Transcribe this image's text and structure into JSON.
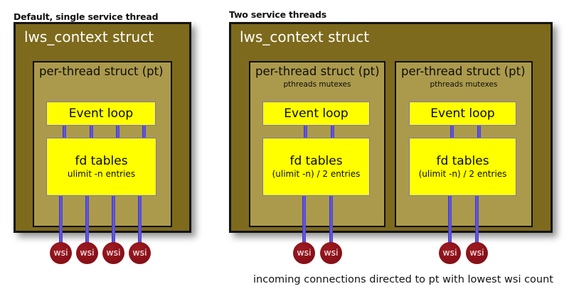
{
  "diagram": {
    "colors": {
      "context_fill": "#7d6a1c",
      "pt_fill": "#ab9a4c",
      "yellow_fill": "#ffff00",
      "yellow_border": "#7b74c2",
      "connector": "#4a40cc",
      "wsi_fill": "#8c1119",
      "wsi_text": "#ffffff",
      "background": "#ffffff",
      "outline": "#141414"
    },
    "left_panel": {
      "title": "Default, single service thread",
      "context_label": "lws_context struct",
      "pt": {
        "label": "per-thread struct (pt)",
        "sublabel": "",
        "event_loop": {
          "title": "Event loop",
          "sub": ""
        },
        "fd_tables": {
          "title": "fd tables",
          "sub": "ulimit -n entries"
        }
      },
      "wsi_nodes": [
        {
          "label": "wsi"
        },
        {
          "label": "wsi"
        },
        {
          "label": "wsi"
        },
        {
          "label": "wsi"
        }
      ]
    },
    "right_panel": {
      "title": "Two service threads",
      "context_label": "lws_context struct",
      "pts": [
        {
          "label": "per-thread struct (pt)",
          "sublabel": "pthreads mutexes",
          "event_loop": {
            "title": "Event loop",
            "sub": ""
          },
          "fd_tables": {
            "title": "fd tables",
            "sub": "(ulimit -n) / 2 entries"
          },
          "wsi_nodes": [
            {
              "label": "wsi"
            },
            {
              "label": "wsi"
            }
          ]
        },
        {
          "label": "per-thread struct (pt)",
          "sublabel": "pthreads mutexes",
          "event_loop": {
            "title": "Event loop",
            "sub": ""
          },
          "fd_tables": {
            "title": "fd tables",
            "sub": "(ulimit -n) / 2 entries"
          },
          "wsi_nodes": [
            {
              "label": "wsi"
            },
            {
              "label": "wsi"
            }
          ]
        }
      ],
      "caption": "incoming connections directed to pt with lowest wsi count"
    }
  }
}
